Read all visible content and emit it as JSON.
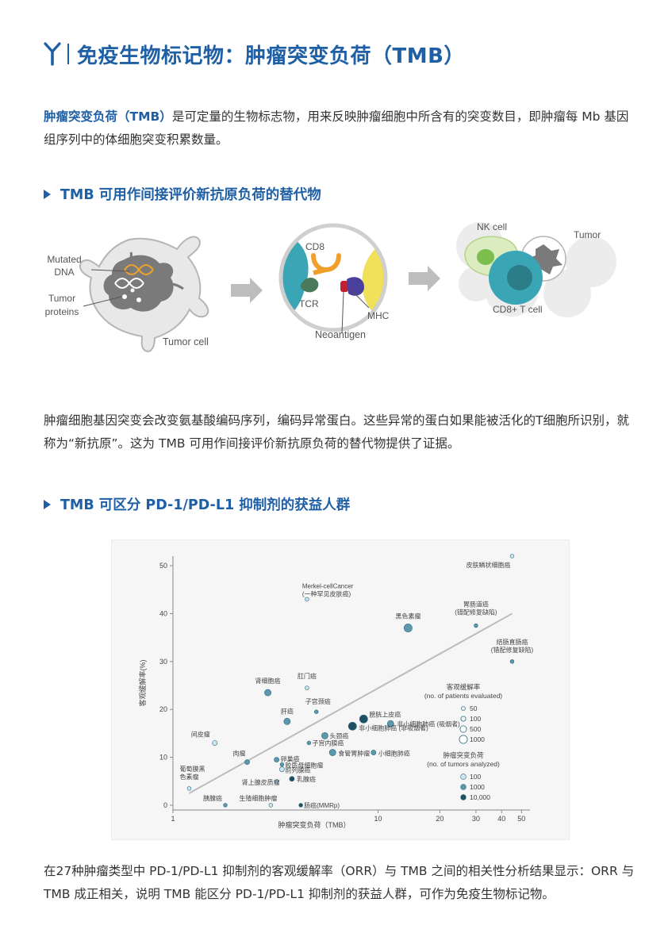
{
  "header": {
    "title": "免疫生物标记物：肿瘤突变负荷（TMB）"
  },
  "intro": {
    "term": "肿瘤突变负荷（TMB）",
    "text": "是可定量的生物标志物，用来反映肿瘤细胞中所含有的突变数目，即肿瘤每 Mb 基因组序列中的体细胞突变积累数量。"
  },
  "section1": {
    "heading": "TMB 可用作间接评价新抗原负荷的替代物",
    "diagram": {
      "mutated_dna": [
        "Mutated",
        "DNA"
      ],
      "tumor_proteins": [
        "Tumor",
        "proteins"
      ],
      "tumor_cell": "Tumor cell",
      "cd8": "CD8",
      "tcr": "TCR",
      "mhc": "MHC",
      "neoantigen": "Neoantigen",
      "nk_cell": "NK cell",
      "tumor": "Tumor",
      "cd8_t_cell": "CD8+ T cell"
    },
    "paragraph": "肿瘤细胞基因突变会改变氨基酸编码序列，编码异常蛋白。这些异常的蛋白如果能被活化的T细胞所识别，就称为“新抗原”。这为 TMB 可用作间接评价新抗原负荷的替代物提供了证据。"
  },
  "section2": {
    "heading": "TMB 可区分 PD-1/PD-L1 抑制剂的获益人群",
    "paragraph": "在27种肿瘤类型中 PD-1/PD-L1 抑制剂的客观缓解率（ORR）与 TMB 之间的相关性分析结果显示：ORR 与 TMB 成正相关，说明 TMB 能区分 PD-1/PD-L1 抑制剂的获益人群，可作为免疫生物标记物。"
  },
  "colors": {
    "brand": "#1f5fa5",
    "text": "#333333",
    "teal": "#3aa6b5",
    "yellow": "#f0e05a",
    "orange": "#f0a02a"
  },
  "chart_data": {
    "type": "scatter",
    "xlabel": "肿瘤突变负荷（TMB）",
    "ylabel": "客观缓解率(%)",
    "xscale": "log",
    "xlim": [
      1,
      55
    ],
    "ylim": [
      -1,
      52
    ],
    "xticks": [
      1,
      10,
      20,
      30,
      40,
      50
    ],
    "yticks": [
      0,
      10,
      20,
      30,
      40,
      50
    ],
    "trendline": [
      [
        1.2,
        2.5
      ],
      [
        45,
        40
      ]
    ],
    "points": [
      {
        "label": "皮肤鳞状细胞癌",
        "x": 45,
        "y": 52,
        "size": 50,
        "shade": 100
      },
      {
        "label": "Merkel-cellCancer\n(一种罕见皮肤癌)",
        "x": 4.5,
        "y": 43,
        "size": 50,
        "shade": 100
      },
      {
        "label": "黑色素瘤",
        "x": 14,
        "y": 37,
        "size": 1000,
        "shade": 1000
      },
      {
        "label": "胃肠道癌\n(错配修复缺陷)",
        "x": 30,
        "y": 37.5,
        "size": 50,
        "shade": 1000
      },
      {
        "label": "结肠直肠癌\n(错配修复缺陷)",
        "x": 45,
        "y": 30,
        "size": 50,
        "shade": 1000
      },
      {
        "label": "肾细胞癌",
        "x": 2.9,
        "y": 23.5,
        "size": 500,
        "shade": 1000
      },
      {
        "label": "肛门癌",
        "x": 4.5,
        "y": 24.5,
        "size": 50,
        "shade": 100
      },
      {
        "label": "子宫颈癌",
        "x": 5,
        "y": 19.5,
        "size": 50,
        "shade": 1000
      },
      {
        "label": "肝癌",
        "x": 3.6,
        "y": 17.5,
        "size": 500,
        "shade": 1000
      },
      {
        "label": "膀胱上皮癌",
        "x": 8.5,
        "y": 18,
        "size": 1000,
        "shade": 10000
      },
      {
        "label": "非小细胞肺癌 (吸烟者)",
        "x": 11.5,
        "y": 17,
        "size": 500,
        "shade": 1000
      },
      {
        "label": "非小细胞肺癌 (非吸烟者)",
        "x": 7.5,
        "y": 16.5,
        "size": 1000,
        "shade": 10000
      },
      {
        "label": "头颈癌",
        "x": 5.5,
        "y": 14.5,
        "size": 500,
        "shade": 1000
      },
      {
        "label": "子宫内膜癌",
        "x": 4.6,
        "y": 13,
        "size": 50,
        "shade": 1000
      },
      {
        "label": "间皮瘤",
        "x": 1.6,
        "y": 13,
        "size": 100,
        "shade": 100
      },
      {
        "label": "肉瘤",
        "x": 2.3,
        "y": 9,
        "size": 100,
        "shade": 1000
      },
      {
        "label": "卵巢癌",
        "x": 3.2,
        "y": 9.5,
        "size": 100,
        "shade": 1000
      },
      {
        "label": "食管胃肿瘤",
        "x": 6,
        "y": 11,
        "size": 500,
        "shade": 1000
      },
      {
        "label": "小细胞肺癌",
        "x": 9.5,
        "y": 11,
        "size": 100,
        "shade": 1000
      },
      {
        "label": "胶质母细胞瘤",
        "x": 3.4,
        "y": 8.5,
        "size": 50,
        "shade": 1000
      },
      {
        "label": "前列腺癌",
        "x": 3.4,
        "y": 7.5,
        "size": 100,
        "shade": 100
      },
      {
        "label": "乳腺癌",
        "x": 3.8,
        "y": 5.5,
        "size": 100,
        "shade": 10000
      },
      {
        "label": "肾上腺皮质瘤",
        "x": 3.2,
        "y": 5,
        "size": 50,
        "shade": 100
      },
      {
        "label": "葡萄膜黑\n色素瘤",
        "x": 1.2,
        "y": 3.5,
        "size": 50,
        "shade": 100
      },
      {
        "label": "胰腺癌",
        "x": 1.8,
        "y": 0,
        "size": 50,
        "shade": 1000
      },
      {
        "label": "生殖细胞肿瘤",
        "x": 3,
        "y": 0,
        "size": 50,
        "shade": 100
      },
      {
        "label": "肠癌(MMRp)",
        "x": 4.2,
        "y": 0,
        "size": 50,
        "shade": 10000
      }
    ],
    "legend_size": {
      "title": [
        "客观缓解率",
        "(no. of patients evaluated)"
      ],
      "items": [
        "50",
        "100",
        "500",
        "1000"
      ]
    },
    "legend_shade": {
      "title": [
        "肿瘤突变负荷",
        "(no. of tumors analyzed)"
      ],
      "items": [
        "100",
        "1000",
        "10,000"
      ]
    }
  }
}
